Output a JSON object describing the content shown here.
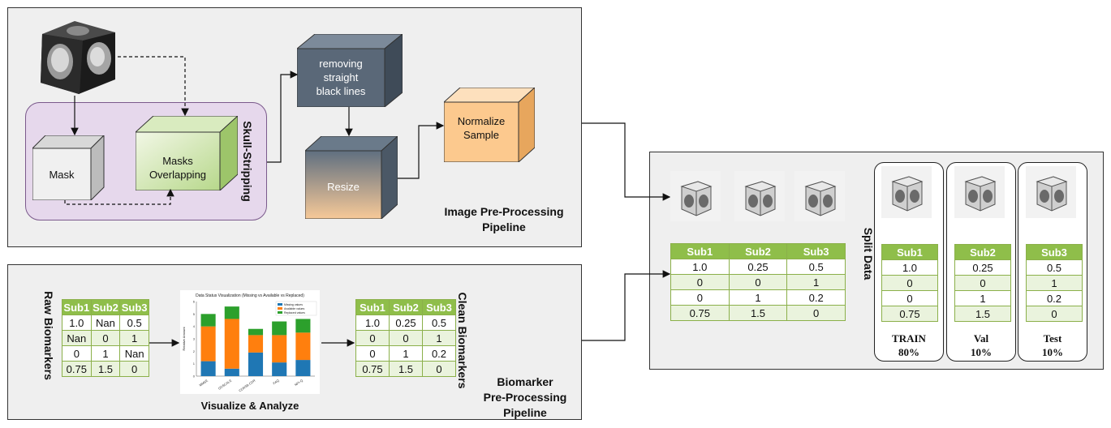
{
  "image_panel": {
    "title_line1": "Image Pre-Processing",
    "title_line2": "Pipeline",
    "skull_stripping": "Skull-Stripping",
    "mask": "Mask",
    "masks_overlapping_l1": "Masks",
    "masks_overlapping_l2": "Overlapping",
    "removing_l1": "removing",
    "removing_l2": "straight",
    "removing_l3": "black lines",
    "resize": "Resize",
    "normalize_l1": "Normalize",
    "normalize_l2": "Sample"
  },
  "biomarker_panel": {
    "title_line1": "Biomarker",
    "title_line2": "Pre-Processing",
    "title_line3": "Pipeline",
    "raw_label": "Raw Biomarkers",
    "clean_label": "Clean Biomarkers",
    "visualize_label": "Visualize & Analyze",
    "raw_table": {
      "headers": [
        "Sub1",
        "Sub2",
        "Sub3"
      ],
      "rows": [
        [
          "1.0",
          "Nan",
          "0.5"
        ],
        [
          "Nan",
          "0",
          "1"
        ],
        [
          "0",
          "1",
          "Nan"
        ],
        [
          "0.75",
          "1.5",
          "0"
        ]
      ]
    },
    "clean_table": {
      "headers": [
        "Sub1",
        "Sub2",
        "Sub3"
      ],
      "rows": [
        [
          "1.0",
          "0.25",
          "0.5"
        ],
        [
          "0",
          "0",
          "1"
        ],
        [
          "0",
          "1",
          "0.2"
        ],
        [
          "0.75",
          "1.5",
          "0"
        ]
      ]
    }
  },
  "chart_data": {
    "type": "bar",
    "title": "Data Status Visualization (Missing vs Available vs Replaced)",
    "ylabel": "Relative Amount",
    "categories": [
      "MMSE",
      "GDSCALE",
      "CDRSB CDR",
      "FAQ",
      "NPI-Q"
    ],
    "ylim": [
      0,
      6
    ],
    "series": [
      {
        "name": "Missing values",
        "color": "#1f77b4",
        "values": [
          1.2,
          0.6,
          1.9,
          1.1,
          1.3
        ]
      },
      {
        "name": "Available values",
        "color": "#ff7f0e",
        "values": [
          2.8,
          4.0,
          1.4,
          2.2,
          2.2
        ]
      },
      {
        "name": "Replaced values",
        "color": "#2ca02c",
        "values": [
          1.0,
          1.0,
          0.5,
          1.1,
          1.1
        ]
      }
    ],
    "legend": "top-right"
  },
  "split_panel": {
    "title": "Split Data",
    "table": {
      "headers": [
        "Sub1",
        "Sub2",
        "Sub3"
      ],
      "rows": [
        [
          "1.0",
          "0.25",
          "0.5"
        ],
        [
          "0",
          "0",
          "1"
        ],
        [
          "0",
          "1",
          "0.2"
        ],
        [
          "0.75",
          "1.5",
          "0"
        ]
      ]
    },
    "splits": [
      {
        "name": "TRAIN",
        "pct": "80%",
        "header": "Sub1",
        "values": [
          "1.0",
          "0",
          "0",
          "0.75"
        ]
      },
      {
        "name": "Val",
        "pct": "10%",
        "header": "Sub2",
        "values": [
          "0.25",
          "0",
          "1",
          "1.5"
        ]
      },
      {
        "name": "Test",
        "pct": "10%",
        "header": "Sub3",
        "values": [
          "0.5",
          "1",
          "0.2",
          "0"
        ]
      }
    ]
  }
}
